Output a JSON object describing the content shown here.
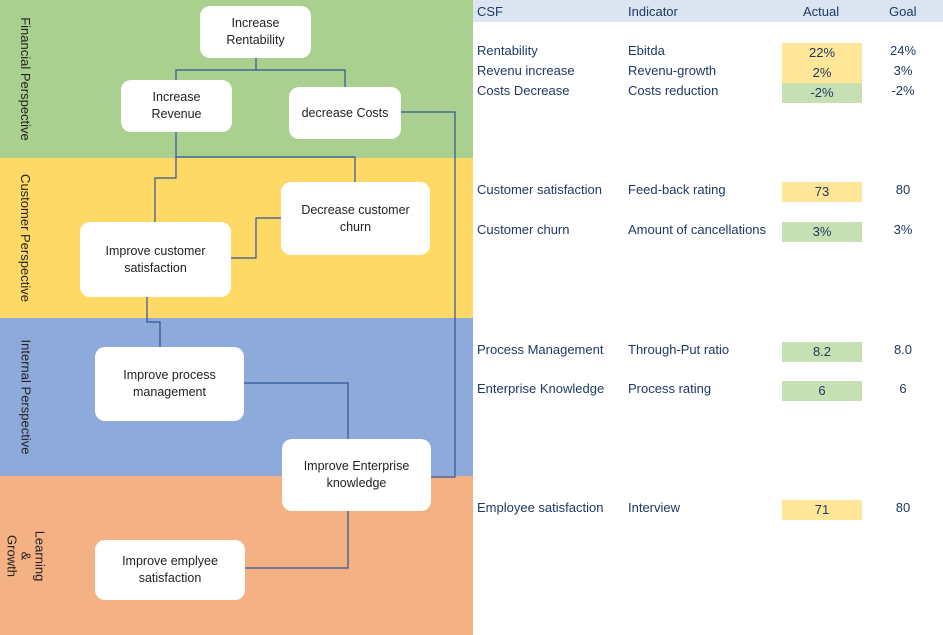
{
  "colors": {
    "financial": "#a9d08e",
    "customer": "#ffd966",
    "internal": "#8eaadb",
    "learning": "#f4b183",
    "yellow": "#ffe699",
    "green": "#c6e0b4",
    "line": "#2f5597"
  },
  "perspectives": {
    "financial": "Financial Perspective",
    "customer": "Customer Perspective",
    "internal": "Internal Perspective",
    "learning": "Learning & Growth"
  },
  "nodes": {
    "rentability": "Increase Rentability",
    "revenue": "Increase Revenue",
    "costs": "decrease Costs",
    "churn": "Decrease customer churn",
    "satisfaction": "Improve customer satisfaction",
    "process": "Improve process management",
    "knowledge": "Improve Enterprise knowledge",
    "employee": "Improve emplyee satisfaction"
  },
  "table": {
    "headers": {
      "csf": "CSF",
      "indicator": "Indicator",
      "actual": "Actual",
      "goal": "Goal"
    },
    "rows": [
      {
        "csf": "Rentability",
        "indicator": "Ebitda",
        "actual": "22%",
        "goal": "24%",
        "status": "yellow"
      },
      {
        "csf": "Revenu increase",
        "indicator": "Revenu-growth",
        "actual": "2%",
        "goal": "3%",
        "status": "yellow"
      },
      {
        "csf": "Costs Decrease",
        "indicator": "Costs reduction",
        "actual": "-2%",
        "goal": "-2%",
        "status": "green"
      },
      {
        "csf": "Customer satisfaction",
        "indicator": "Feed-back rating",
        "actual": "73",
        "goal": "80",
        "status": "yellow"
      },
      {
        "csf": "Customer churn",
        "indicator": "Amount of cancellations",
        "actual": "3%",
        "goal": "3%",
        "status": "green"
      },
      {
        "csf": "Process Management",
        "indicator": "Through-Put ratio",
        "actual": "8.2",
        "goal": "8.0",
        "status": "green"
      },
      {
        "csf": "Enterprise Knowledge",
        "indicator": "Process rating",
        "actual": "6",
        "goal": "6",
        "status": "green"
      },
      {
        "csf": "Employee satisfaction",
        "indicator": "Interview",
        "actual": "71",
        "goal": "80",
        "status": "yellow"
      }
    ]
  }
}
